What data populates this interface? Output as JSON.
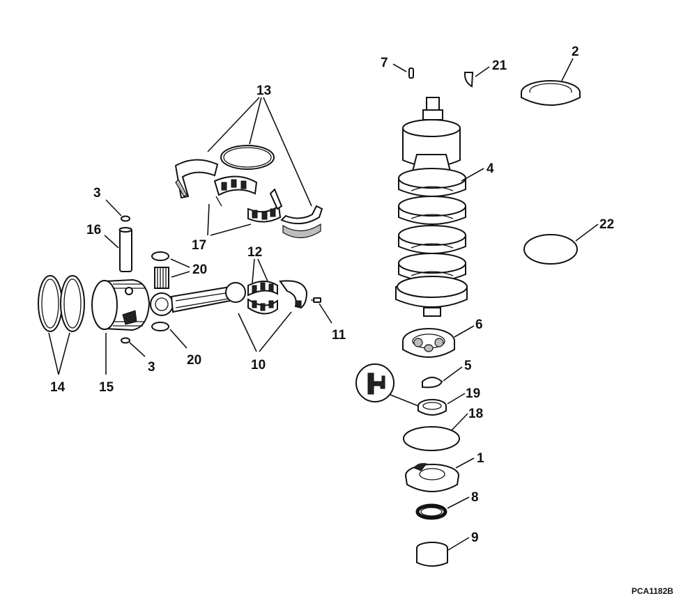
{
  "figure": {
    "drawing_code": "PCA1182B"
  },
  "callouts": [
    {
      "id": "c1",
      "label": "1"
    },
    {
      "id": "c2",
      "label": "2"
    },
    {
      "id": "c3a",
      "label": "3"
    },
    {
      "id": "c3b",
      "label": "3"
    },
    {
      "id": "c4",
      "label": "4"
    },
    {
      "id": "c5",
      "label": "5"
    },
    {
      "id": "c6",
      "label": "6"
    },
    {
      "id": "c7",
      "label": "7"
    },
    {
      "id": "c8",
      "label": "8"
    },
    {
      "id": "c9",
      "label": "9"
    },
    {
      "id": "c10",
      "label": "10"
    },
    {
      "id": "c11",
      "label": "11"
    },
    {
      "id": "c12",
      "label": "12"
    },
    {
      "id": "c13",
      "label": "13"
    },
    {
      "id": "c14",
      "label": "14"
    },
    {
      "id": "c15",
      "label": "15"
    },
    {
      "id": "c16",
      "label": "16"
    },
    {
      "id": "c17",
      "label": "17"
    },
    {
      "id": "c18",
      "label": "18"
    },
    {
      "id": "c19",
      "label": "19"
    },
    {
      "id": "c20a",
      "label": "20"
    },
    {
      "id": "c20b",
      "label": "20"
    },
    {
      "id": "c21",
      "label": "21"
    },
    {
      "id": "c22",
      "label": "22"
    }
  ],
  "colors": {
    "line": "#111111",
    "background": "#ffffff"
  }
}
